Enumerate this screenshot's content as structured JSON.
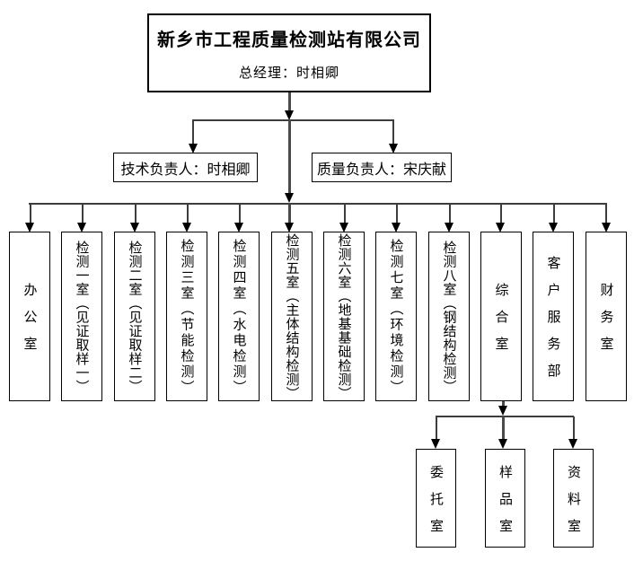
{
  "chart": {
    "root": {
      "company_name": "新乡市工程质量检测站有限公司",
      "general_manager": "总经理：时相卿"
    },
    "leaders": [
      {
        "label": "技术负责人：时相卿"
      },
      {
        "label": "质量负责人：宋庆献"
      }
    ],
    "departments": [
      {
        "label": "办公室"
      },
      {
        "label": "检测一室︵见证取样一︶"
      },
      {
        "label": "检测二室︵见证取样二︶"
      },
      {
        "label": "检测三室︵节能检测︶"
      },
      {
        "label": "检测四室︵水电检测︶"
      },
      {
        "label": "检测五室︵主体结构检测︶"
      },
      {
        "label": "检测六室︵地基基础检测︶"
      },
      {
        "label": "检测七室︵环境检测︶"
      },
      {
        "label": "检测八室︵钢结构检测︶"
      },
      {
        "label": "综合室"
      },
      {
        "label": "客户服务部"
      },
      {
        "label": "财务室"
      }
    ],
    "sub_departments": [
      {
        "label": "委托室"
      },
      {
        "label": "样品室"
      },
      {
        "label": "资料室"
      }
    ],
    "colors": {
      "background": "#ffffff",
      "box_border": "#000000",
      "connector": "#3d3d3d",
      "text": "#000000"
    }
  }
}
